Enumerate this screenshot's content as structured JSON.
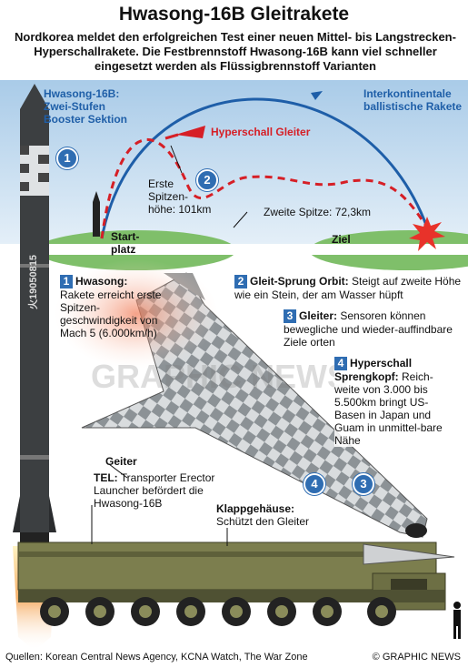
{
  "title": "Hwasong-16B Gleitrakete",
  "subtitle": "Nordkorea meldet den erfolgreichen Test einer neuen Mittel- bis Langstrecken-Hyperschallrakete. Die Festbrennstoff Hwasong-16B kann viel schneller eingesetzt werden als Flüssigbrennstoff Varianten",
  "booster_label": "Hwasong-16B: Zwei-Stufen Booster Sektion",
  "icbm_label": "Interkontinentale ballistische Rakete",
  "glider_label": "Hyperschall Gleiter",
  "first_peak_label": "Erste Spitzen-höhe: 101km",
  "second_peak_label": "Zweite Spitze: 72,3km",
  "launch_label": "Start-platz",
  "target_label": "Ziel",
  "missile_serial": "火19050815",
  "watermark": "GRAPHIC NEWS",
  "steps": [
    {
      "num": "1",
      "title": "Hwasong:",
      "text": "Rakete erreicht erste Spitzen-geschwindigkeit von Mach 5 (6.000km/h)"
    },
    {
      "num": "2",
      "title": "Gleit-Sprung Orbit:",
      "text": "Steigt auf zweite Höhe wie ein Stein, der am Wasser hüpft"
    },
    {
      "num": "3",
      "title": "Gleiter:",
      "text": "Sensoren können bewegliche und wieder-auffindbare Ziele orten"
    },
    {
      "num": "4",
      "title": "Hyperschall Sprengkopf:",
      "text": "Reich-weite von 3.000 bis 5.500km bringt US-Basen in Japan und Guam in unmittel-bare Nähe"
    }
  ],
  "geiter_label": "Geiter",
  "tel_title": "TEL:",
  "tel_text": "Transporter Erector Launcher befördert die Hwasong-16B",
  "klapp_title": "Klappgehäuse:",
  "klapp_text": "Schützt den Gleiter",
  "sources": "Quellen: Korean Central News Agency, KCNA Watch, The War Zone",
  "copyright": "© GRAPHIC NEWS",
  "colors": {
    "sky": "#cfe3f3",
    "land": "#7fbf6a",
    "accent_blue": "#2f6db2",
    "red": "#d61f26"
  }
}
